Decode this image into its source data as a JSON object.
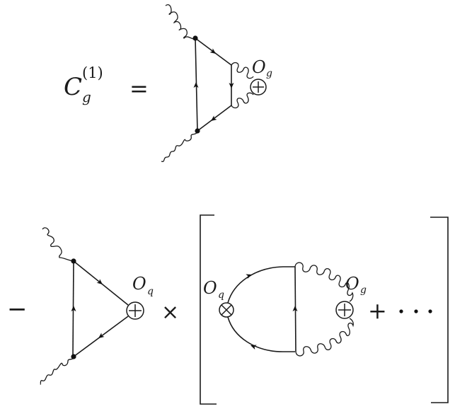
{
  "equation": {
    "lhs": {
      "symbol": "C",
      "subscript": "g",
      "superscript": "(1)"
    },
    "equals": "=",
    "minus": "−",
    "times": "×",
    "plus": "+",
    "ellipsis": "· · ·"
  },
  "diagrams": [
    {
      "id": "gluon-operator-triangle",
      "description": "Two photons couple to a quark triangle that connects via two gluons to operator O_g",
      "operator_label": {
        "symbol": "O",
        "subscript": "g"
      },
      "operator_icon": "circled-plus-icon"
    },
    {
      "id": "quark-operator-triangle",
      "description": "Two photons couple to a quark triangle closing on operator O_q",
      "operator_label": {
        "symbol": "O",
        "subscript": "q"
      },
      "operator_icon": "circled-plus-icon"
    },
    {
      "id": "mixing-loop",
      "description": "Operator O_q (circled-times) mixes into O_g (circled-plus) through a quark loop emitting two gluons",
      "left_operator_label": {
        "symbol": "O",
        "subscript": "q"
      },
      "left_operator_icon": "circled-times-icon",
      "right_operator_label": {
        "symbol": "O",
        "subscript": "g"
      },
      "right_operator_icon": "circled-plus-icon"
    }
  ]
}
